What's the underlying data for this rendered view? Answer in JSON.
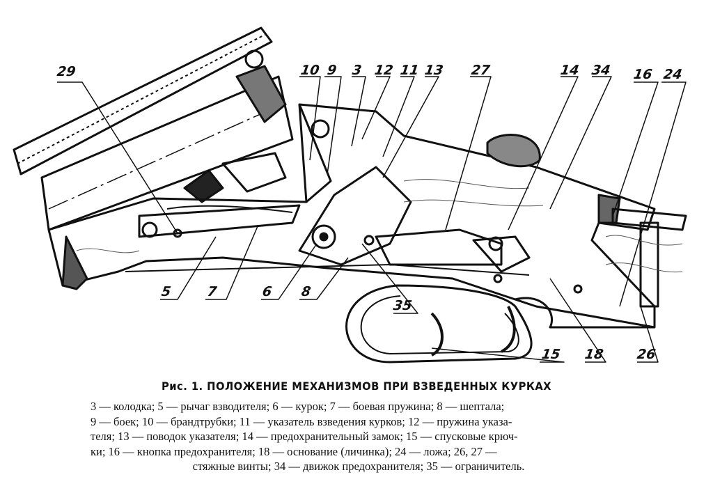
{
  "labels": {
    "l29": "29",
    "l10": "10",
    "l9": "9",
    "l3": "3",
    "l12": "12",
    "l11": "11",
    "l13": "13",
    "l27": "27",
    "l14": "14",
    "l34": "34",
    "l16": "16",
    "l24": "24",
    "l5": "5",
    "l7": "7",
    "l6": "6",
    "l8": "8",
    "l35": "35",
    "l15": "15",
    "l18": "18",
    "l26": "26"
  },
  "caption": {
    "title": "Рис. 1. ПОЛОЖЕНИЕ МЕХАНИЗМОВ ПРИ ВЗВЕДЕННЫХ КУРКАХ",
    "lines": [
      "3 — колодка; 5 — рычаг взводителя; 6 — курок; 7 — боевая пружина; 8 — шептала;",
      "9 — боек; 10 — брандтрубки; 11 — указатель взведения курков; 12 — пружина указа-",
      "теля; 13 — поводок указателя; 14 — предохранительный замок; 15 — спусковые крюч-",
      "ки; 16 — кнопка предохранителя; 18 — основание (личинка); 24 — ложа; 26, 27 —",
      "стяжные винты; 34 — движок предохранителя; 35 — ограничитель."
    ]
  }
}
